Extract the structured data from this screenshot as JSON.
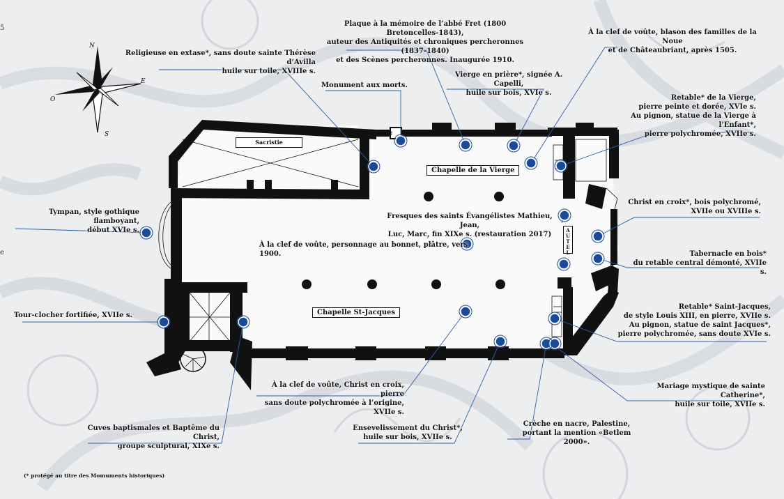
{
  "colors": {
    "walls": "#111111",
    "marker": "#1a4a9a",
    "leader": "#2e5fa8"
  },
  "compass": {
    "n": "N",
    "e": "E",
    "s": "S",
    "o": "O"
  },
  "rooms": {
    "sacristie": "Sacristie",
    "vierge": "Chapelle de la Vierge",
    "jacques": "Chapelle St-Jacques",
    "autel": [
      "A",
      "U",
      "T",
      "E",
      "L"
    ]
  },
  "edge_marks": [
    "5",
    "e"
  ],
  "labels": {
    "plaque": [
      "Plaque à la mémoire de l’abbé Fret (1800 Bretoncelles-1843),",
      "auteur des Antiquités et chroniques percheronnes (1837-1840)",
      "et des Scènes percheronnes. Inaugurée 1910."
    ],
    "clef_noue": [
      "À la clef de voûte, blason des familles de la Noue",
      "et de Châteaubriant, après 1505."
    ],
    "religieuse": [
      "Religieuse en extase*, sans doute sainte Thérèse d’Avilla",
      "huile sur toile, XVIIIe s."
    ],
    "monument": [
      "Monument aux morts."
    ],
    "vierge_priere": [
      "Vierge en prière*, signée A. Capelli,",
      "huile sur bois, XVIe s."
    ],
    "retable_vierge": [
      "Retable* de la Vierge,",
      "pierre peinte et dorée, XVIe s.",
      "Au pignon, statue de la Vierge à l’Enfant*,",
      "pierre polychromée, XVIIe s."
    ],
    "tympan": [
      "Tympan, style gothique flamboyant,",
      "début XVIe s."
    ],
    "fresques": [
      "Fresques des saints Évangélistes Mathieu, Jean,",
      "Luc, Marc, fin XIXe s. (restauration 2017)"
    ],
    "christ_croix": [
      "Christ en croix*, bois polychromé,",
      "XVIIe ou XVIIIe s."
    ],
    "clef_bonnet": [
      "À la clef de voûte, personnage au bonnet, plâtre, vers 1900."
    ],
    "tabernacle": [
      "Tabernacle en bois*",
      "du retable central démonté, XVIIe s."
    ],
    "tour": [
      "Tour-clocher fortifiée, XVIIe s."
    ],
    "retable_jacques": [
      "Retable* Saint-Jacques,",
      "de style Louis XIII, en pierre, XVIIe s.",
      "Au pignon, statue de saint Jacques*,",
      "pierre polychromée, sans doute XVIe s."
    ],
    "clef_christ": [
      "À la clef de voûte, Christ en croix, pierre",
      "sans doute polychromée à l’origine, XVIIe s."
    ],
    "mariage": [
      "Mariage mystique de sainte Catherine*,",
      "huile sur toile, XVIIe s."
    ],
    "cuves": [
      "Cuves baptismales et Baptême du Christ,",
      "groupe sculptural, XIXe s."
    ],
    "ensevelissement": [
      "Ensevelissement du Christ*,",
      "huile sur bois, XVIIe s."
    ],
    "creche": [
      "Crèche en nacre, Palestine,",
      "portant la mention «Betlem 2000»."
    ]
  },
  "footnote": "(* protégé au titre des Momuments historiques)"
}
